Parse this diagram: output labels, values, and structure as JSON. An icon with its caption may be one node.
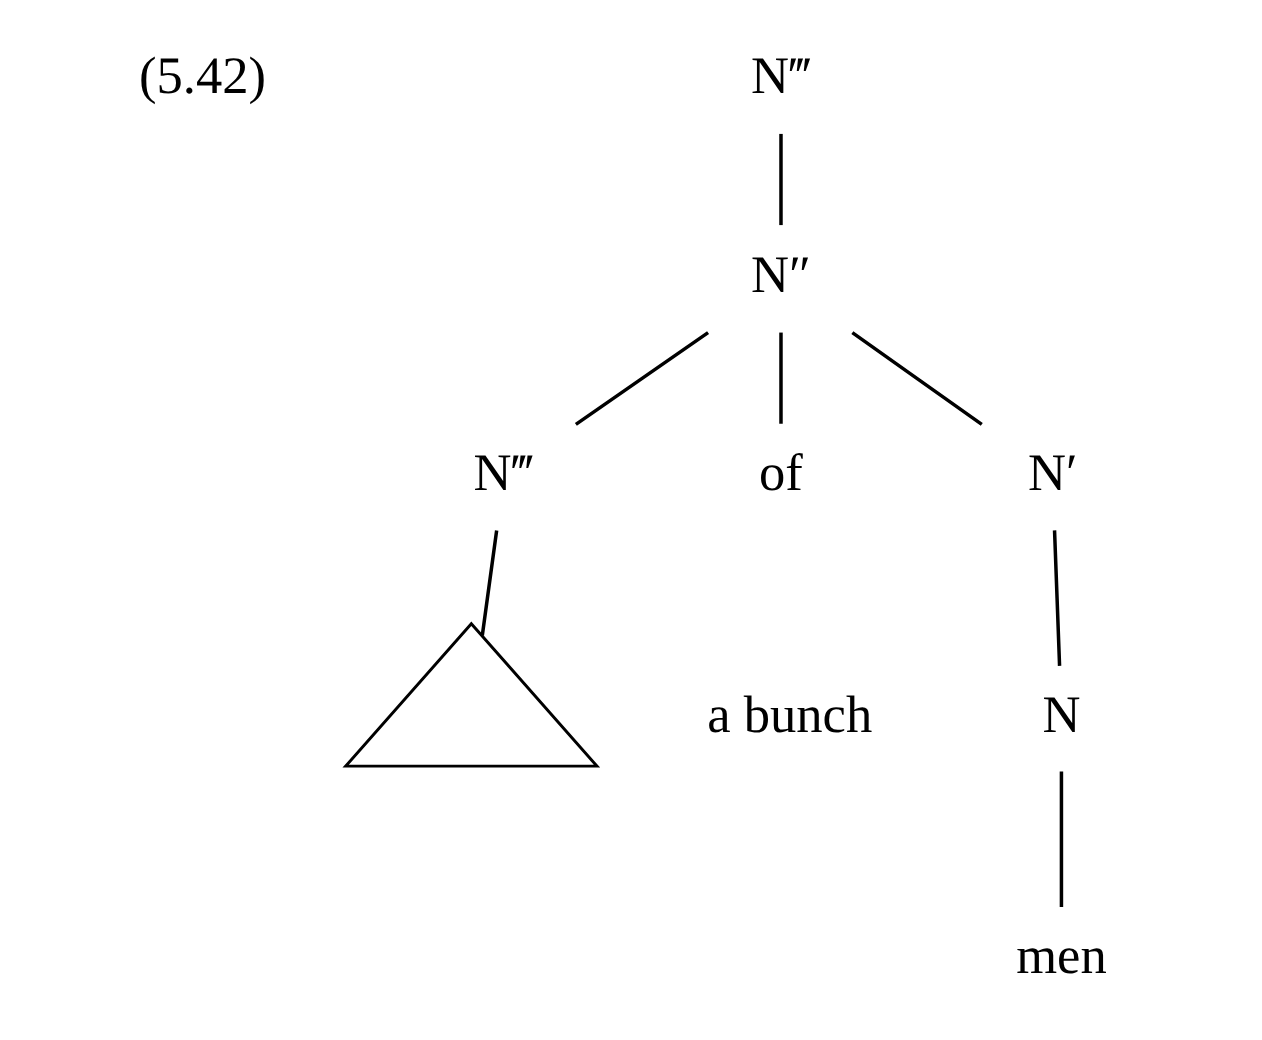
{
  "diagram": {
    "nodes": [
      {
        "text": [
          "N‴"
        ]
      },
      {
        "text": [
          "N″"
        ]
      },
      {
        "text": [
          "N‴"
        ]
      },
      {
        "text": [
          "of"
        ]
      },
      {
        "text": [
          "N′"
        ]
      },
      {
        "text": [],
        "shape": "triangle",
        "beside": [
          "a bunch"
        ]
      },
      {
        "text": [
          "N"
        ]
      },
      {
        "text": [
          "men"
        ]
      }
    ],
    "edges": [
      {
        "from": 0,
        "to": 1,
        "arrow": "none"
      },
      {
        "from": 1,
        "to": 2,
        "arrow": "none"
      },
      {
        "from": 1,
        "to": 3,
        "arrow": "none"
      },
      {
        "from": 1,
        "to": 4,
        "arrow": "none"
      },
      {
        "from": 2,
        "to": 5,
        "arrow": "none"
      },
      {
        "from": 4,
        "to": 6,
        "arrow": "none"
      },
      {
        "from": 6,
        "to": 7,
        "arrow": "none"
      }
    ],
    "labels": [
      "(5.42)"
    ]
  }
}
